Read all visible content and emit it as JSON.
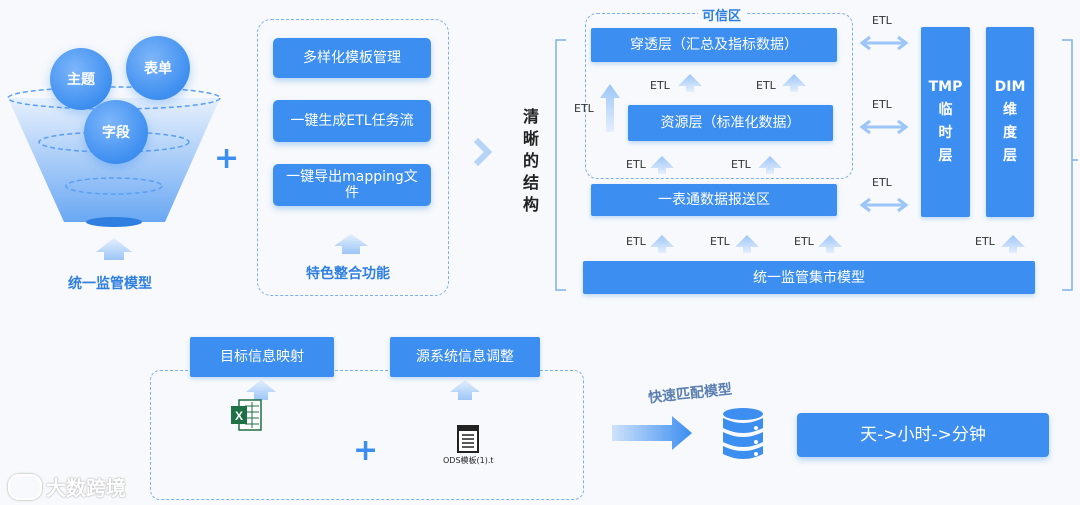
{
  "funnel": {
    "balls": [
      "主题",
      "表单",
      "字段"
    ],
    "caption": "统一监管模型"
  },
  "features": {
    "items": [
      "多样化模板管理",
      "一键生成ETL任务流",
      "一键导出mapping文件"
    ],
    "caption": "特色整合功能"
  },
  "structure_label": "清晰的结构",
  "architecture": {
    "trusted_zone_label": "可信区",
    "penetration_layer": "穿透层（汇总及指标数据）",
    "resource_layer": "资源层（标准化数据）",
    "report_zone": "一表通数据报送区",
    "mart_model": "统一监管集市模型",
    "tmp_layer": {
      "title": "TMP",
      "chars": [
        "临",
        "时",
        "层"
      ]
    },
    "dim_layer": {
      "title": "DIM",
      "chars": [
        "维",
        "度",
        "层"
      ]
    },
    "etl": "ETL"
  },
  "bottom": {
    "target_mapping": "目标信息映射",
    "source_adjust": "源系统信息调整",
    "ods_file_caption": "ODS模板(1).t",
    "fast_match": "快速匹配模型",
    "timeline": "天->小时->分钟"
  },
  "watermark": "大数跨境",
  "colors": {
    "accent": "#3c8ef0",
    "label": "#2f7fe0",
    "dash": "#7fb0ea"
  }
}
